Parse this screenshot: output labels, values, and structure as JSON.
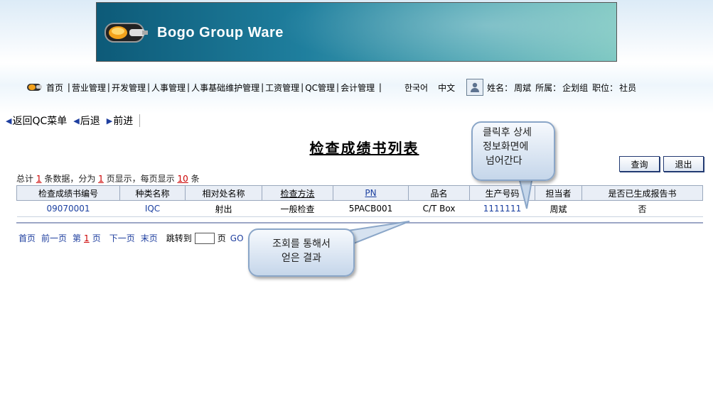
{
  "banner": {
    "title": "Bogo Group Ware"
  },
  "nav": {
    "items": [
      "首页",
      "营业管理",
      "开发管理",
      "人事管理",
      "人事基础维护管理",
      "工资管理",
      "QC管理",
      "会计管理"
    ],
    "lang_ko": "한국어",
    "lang_zh": "中文",
    "name_label": "姓名：",
    "name_value": "周斌",
    "dept_label": "所属：",
    "dept_value": "企划组",
    "role_label": "职位：",
    "role_value": "社员"
  },
  "toolbar": {
    "back_menu": "返回QC菜单",
    "back": "后退",
    "forward": "前进"
  },
  "page_title": "检查成绩书列表",
  "buttons": {
    "query": "查询",
    "exit": "退出"
  },
  "summary": {
    "t1": "总计",
    "total": "1",
    "t2": "条数据，分为",
    "pages": "1",
    "t3": "页显示，每页显示",
    "per_page": "10",
    "t4": "条"
  },
  "table": {
    "headers": [
      "检查成绩书编号",
      "种类名称",
      "相对处名称",
      "检查方法",
      "PN",
      "品名",
      "生产号码",
      "担当者",
      "是否已生成报告书"
    ],
    "rows": [
      [
        "09070001",
        "IQC",
        "射出",
        "一般检查",
        "5PACB001",
        "C/T Box",
        "1111111",
        "周斌",
        "否"
      ]
    ]
  },
  "pager": {
    "first": "首页",
    "prev": "前一页",
    "page_prefix": "第",
    "page_num": "1",
    "page_suffix": "页",
    "next": "下一页",
    "last": "末页",
    "jump": "跳转到",
    "jump_suffix": "页",
    "go": "GO"
  },
  "callouts": {
    "detail_line1": "클릭후 상세",
    "detail_line2": "정보화면에",
    "detail_line3": "넘어간다",
    "result_line1": "조회를 통해서",
    "result_line2": "얻은 결과"
  }
}
